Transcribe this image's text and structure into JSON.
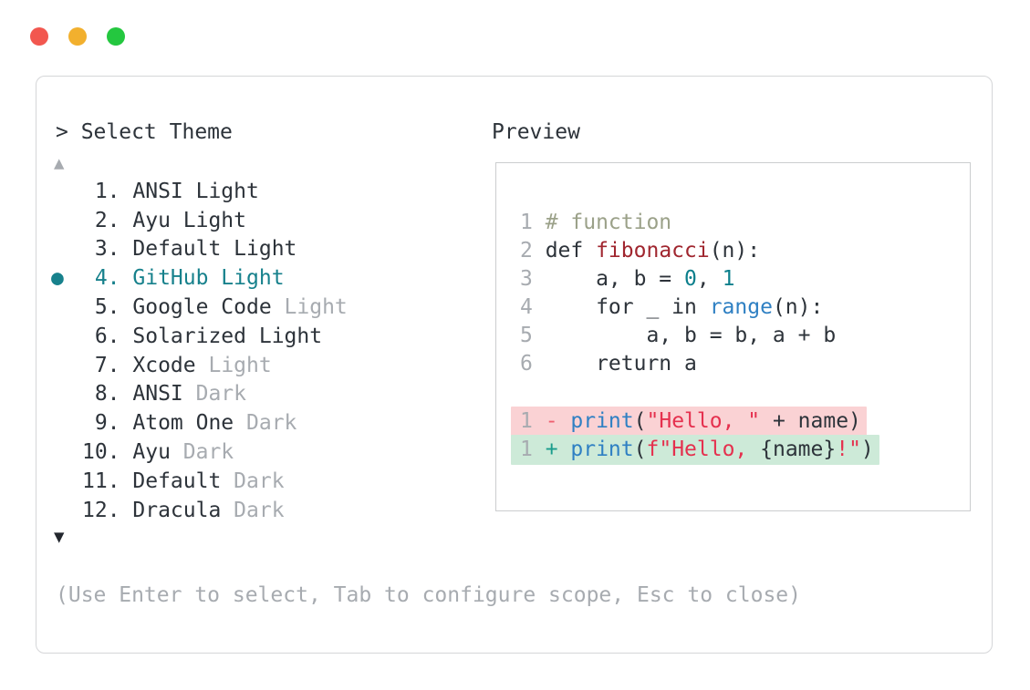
{
  "window": {
    "controls": [
      "close",
      "minimize",
      "zoom"
    ]
  },
  "picker": {
    "prompt": "> Select Theme",
    "scroll_up_icon": "▲",
    "scroll_down_icon": "▼",
    "selected_bullet": "●",
    "items": [
      {
        "number": "1",
        "name": "ANSI Light",
        "variant": "",
        "selected": false
      },
      {
        "number": "2",
        "name": "Ayu Light",
        "variant": "",
        "selected": false
      },
      {
        "number": "3",
        "name": "Default Light",
        "variant": "",
        "selected": false
      },
      {
        "number": "4",
        "name": "GitHub Light",
        "variant": "",
        "selected": true
      },
      {
        "number": "5",
        "name": "Google Code",
        "variant": "Light",
        "selected": false
      },
      {
        "number": "6",
        "name": "Solarized Light",
        "variant": "",
        "selected": false
      },
      {
        "number": "7",
        "name": "Xcode",
        "variant": "Light",
        "selected": false
      },
      {
        "number": "8",
        "name": "ANSI",
        "variant": "Dark",
        "selected": false
      },
      {
        "number": "9",
        "name": "Atom One",
        "variant": "Dark",
        "selected": false
      },
      {
        "number": "10",
        "name": "Ayu",
        "variant": "Dark",
        "selected": false
      },
      {
        "number": "11",
        "name": "Default",
        "variant": "Dark",
        "selected": false
      },
      {
        "number": "12",
        "name": "Dracula",
        "variant": "Dark",
        "selected": false
      }
    ],
    "footer": "(Use Enter to select, Tab to configure scope, Esc to close)"
  },
  "preview": {
    "label": "Preview",
    "code_lines": [
      {
        "gutter": "1",
        "diff": null,
        "tokens": [
          {
            "t": "# function",
            "c": "comment"
          }
        ]
      },
      {
        "gutter": "2",
        "diff": null,
        "tokens": [
          {
            "t": "def ",
            "c": "plain"
          },
          {
            "t": "fibonacci",
            "c": "func"
          },
          {
            "t": "(n):",
            "c": "plain"
          }
        ]
      },
      {
        "gutter": "3",
        "diff": null,
        "tokens": [
          {
            "t": "    a, b = ",
            "c": "plain"
          },
          {
            "t": "0",
            "c": "num"
          },
          {
            "t": ", ",
            "c": "plain"
          },
          {
            "t": "1",
            "c": "num"
          }
        ]
      },
      {
        "gutter": "4",
        "diff": null,
        "tokens": [
          {
            "t": "    for _ in ",
            "c": "plain"
          },
          {
            "t": "range",
            "c": "blue"
          },
          {
            "t": "(n):",
            "c": "plain"
          }
        ]
      },
      {
        "gutter": "5",
        "diff": null,
        "tokens": [
          {
            "t": "        a, b = b, a + b",
            "c": "plain"
          }
        ]
      },
      {
        "gutter": "6",
        "diff": null,
        "tokens": [
          {
            "t": "    return a",
            "c": "plain"
          }
        ]
      },
      {
        "gutter": "",
        "diff": null,
        "tokens": []
      },
      {
        "gutter": "1",
        "diff": "removed",
        "tokens": [
          {
            "t": "- ",
            "c": "minus"
          },
          {
            "t": "print",
            "c": "blue"
          },
          {
            "t": "(",
            "c": "plain"
          },
          {
            "t": "\"Hello, \"",
            "c": "string"
          },
          {
            "t": " + name)",
            "c": "plain"
          }
        ]
      },
      {
        "gutter": "1",
        "diff": "added",
        "tokens": [
          {
            "t": "+ ",
            "c": "plus"
          },
          {
            "t": "print",
            "c": "blue"
          },
          {
            "t": "(",
            "c": "plain"
          },
          {
            "t": "f\"Hello, ",
            "c": "string"
          },
          {
            "t": "{name}",
            "c": "plain"
          },
          {
            "t": "!\"",
            "c": "string"
          },
          {
            "t": ")",
            "c": "plain"
          }
        ]
      }
    ]
  },
  "colors": {
    "text": "#2d333a",
    "muted": "#a7abb0",
    "arrow_dark": "#23272e",
    "accent": "#17818c",
    "tok_comment": "#9ba189",
    "tok_func": "#a0262f",
    "tok_num": "#0c7f8c",
    "tok_blue": "#2f80c3",
    "tok_string": "#e5304e",
    "tok_minus": "#ee5f6f",
    "tok_plus": "#1a9c8c",
    "bg_removed": "#fad2d4",
    "bg_added": "#cdead8",
    "traffic_red": "#f2574f",
    "traffic_yellow": "#f2b02e",
    "traffic_green": "#24c73f"
  }
}
